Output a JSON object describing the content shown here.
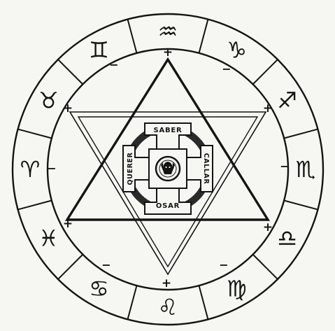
{
  "colors": {
    "ink": "#141414",
    "paper": "#f6f6f3"
  },
  "zodiac": [
    {
      "sign": "aquarius",
      "glyph": "♒"
    },
    {
      "sign": "capricorn",
      "glyph": "♑"
    },
    {
      "sign": "sagittarius",
      "glyph": "♐"
    },
    {
      "sign": "scorpio",
      "glyph": "♏"
    },
    {
      "sign": "libra",
      "glyph": "♎"
    },
    {
      "sign": "virgo",
      "glyph": "♍"
    },
    {
      "sign": "leo",
      "glyph": "♌"
    },
    {
      "sign": "cancer",
      "glyph": "♋"
    },
    {
      "sign": "pisces",
      "glyph": "♓"
    },
    {
      "sign": "aries",
      "glyph": "♈"
    },
    {
      "sign": "taurus",
      "glyph": "♉"
    },
    {
      "sign": "gemini",
      "glyph": "♊"
    }
  ],
  "polarity": {
    "plus": "+",
    "minus": "−"
  },
  "cross_words": {
    "top": "SABER",
    "right": "CALLAR",
    "bottom": "OSAR",
    "left": "QUERER"
  },
  "center_emblem": "sphinx-head-icon"
}
